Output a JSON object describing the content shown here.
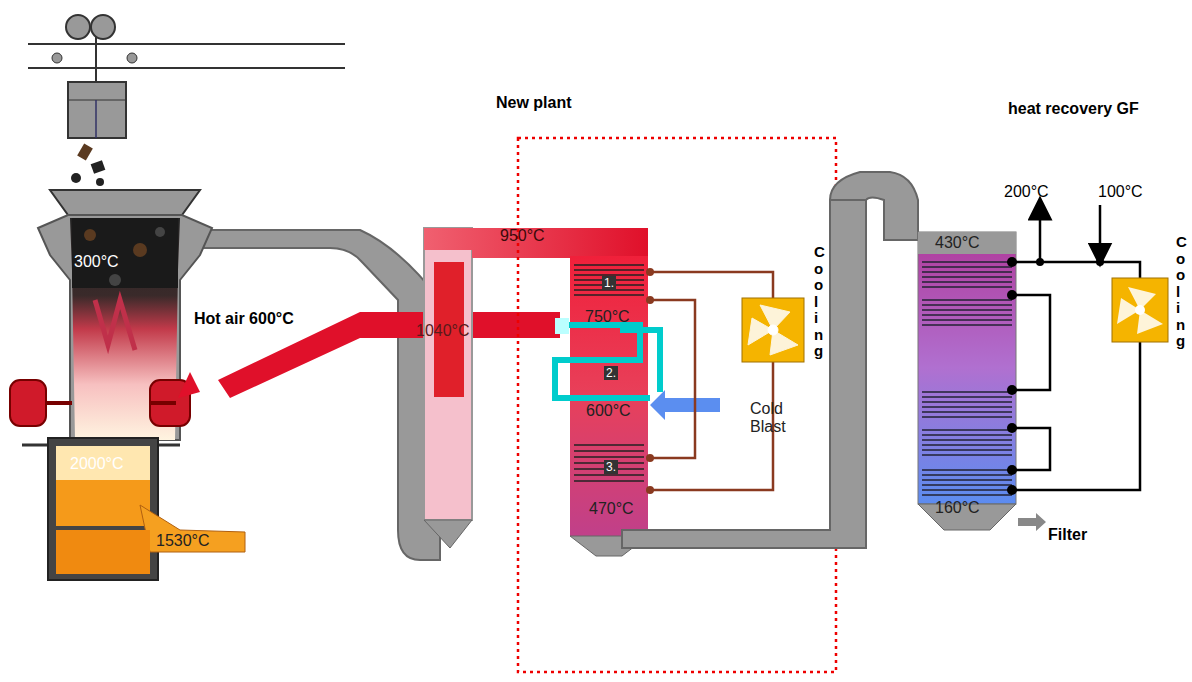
{
  "diagram": {
    "labels": [
      "300°C",
      "Hot air 600°C",
      "2000°C",
      "1530°C",
      "1040°C",
      "950°C",
      "New plant",
      "1.",
      "750°C",
      "2.",
      "600°C",
      "3.",
      "470°C",
      "Cold Blast",
      "Cooling",
      "heat recovery GF",
      "200°C",
      "100°C",
      "430°C",
      "160°C",
      "Filter",
      "Cooling"
    ]
  }
}
